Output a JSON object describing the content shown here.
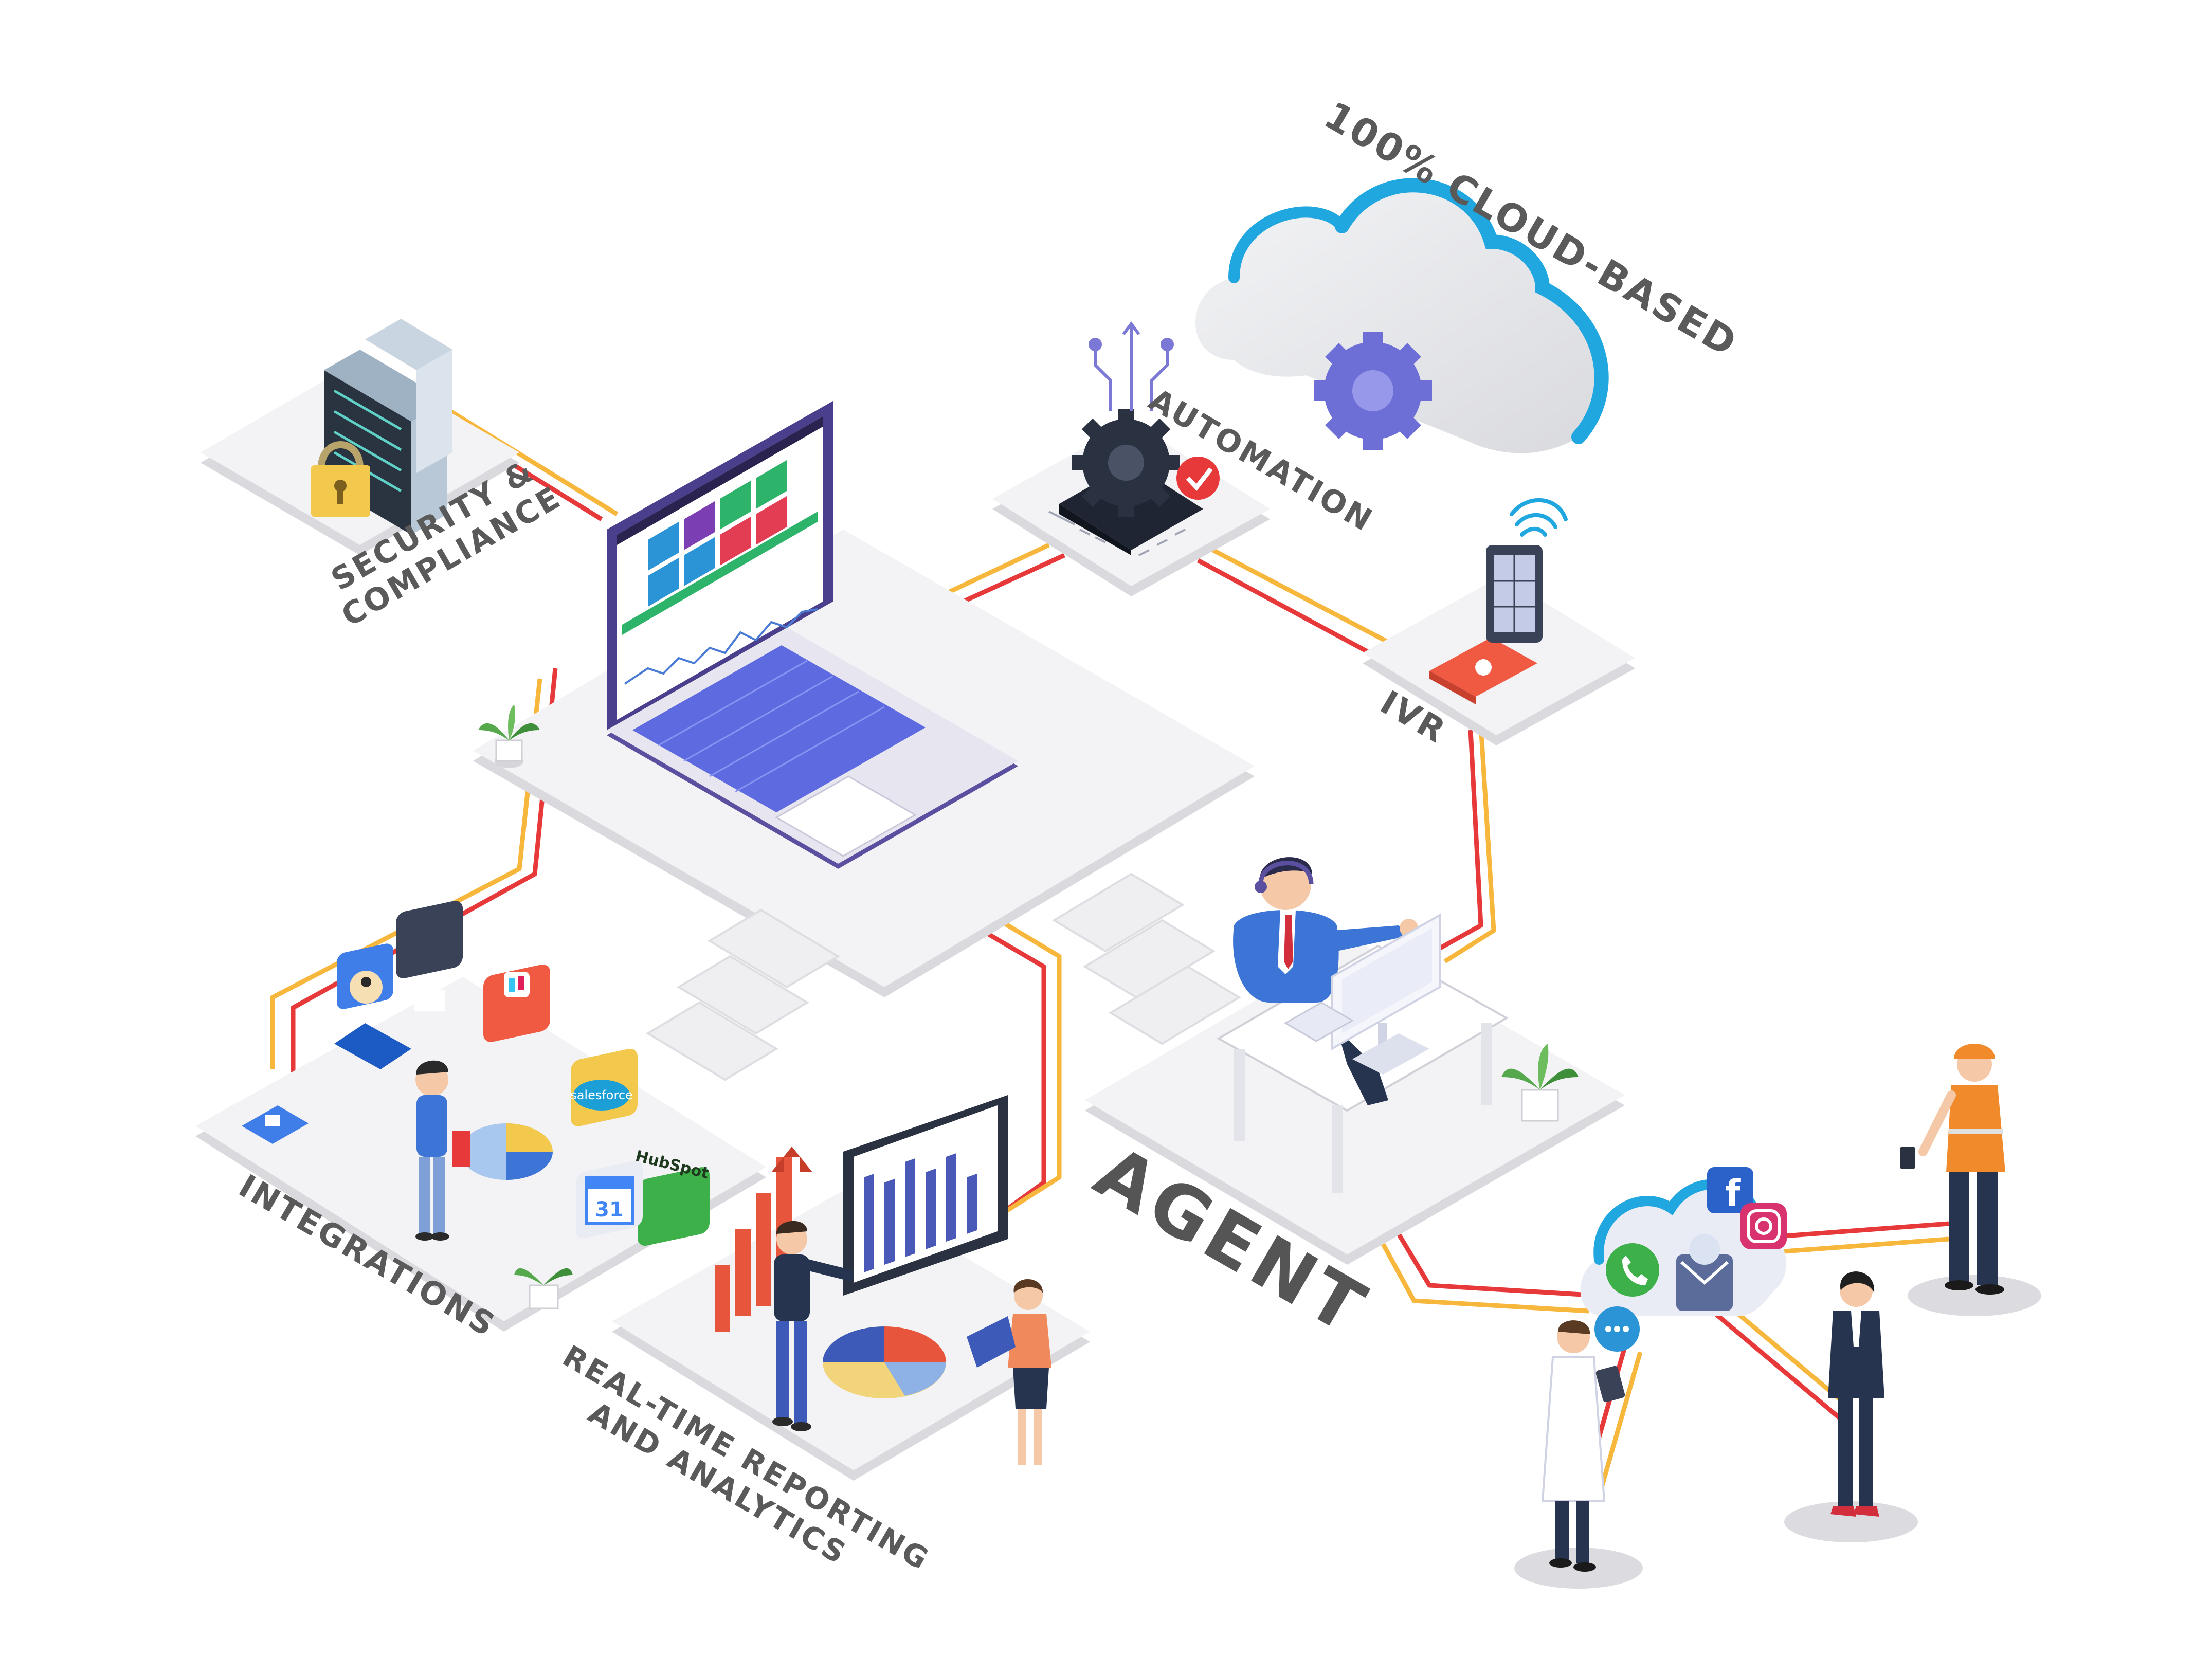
{
  "labels": {
    "cloud": "100% CLOUD-BASED",
    "security_line1": "SECURITY &",
    "security_line2": "COMPLIANCE",
    "automation": "AUTOMATION",
    "ivr": "IVR",
    "agent": "AGENT",
    "integrations": "INTEGRATIONS",
    "reporting_line1": "REAL-TIME REPORTING",
    "reporting_line2": "AND ANALYTICS"
  },
  "integration_logos": {
    "hubspot": "HubSpot",
    "salesforce": "salesforce",
    "calendar": "31"
  },
  "colors": {
    "connector_red": "#e8393a",
    "connector_yellow": "#f6b73c",
    "platform": "#f1f1f3",
    "platform_shadow": "#d7d7dc",
    "cloud_blue": "#21a7e0",
    "laptop_body": "#5b4fa0",
    "gear_purple": "#6e6fd6",
    "label_gray": "#5a5a5a"
  }
}
